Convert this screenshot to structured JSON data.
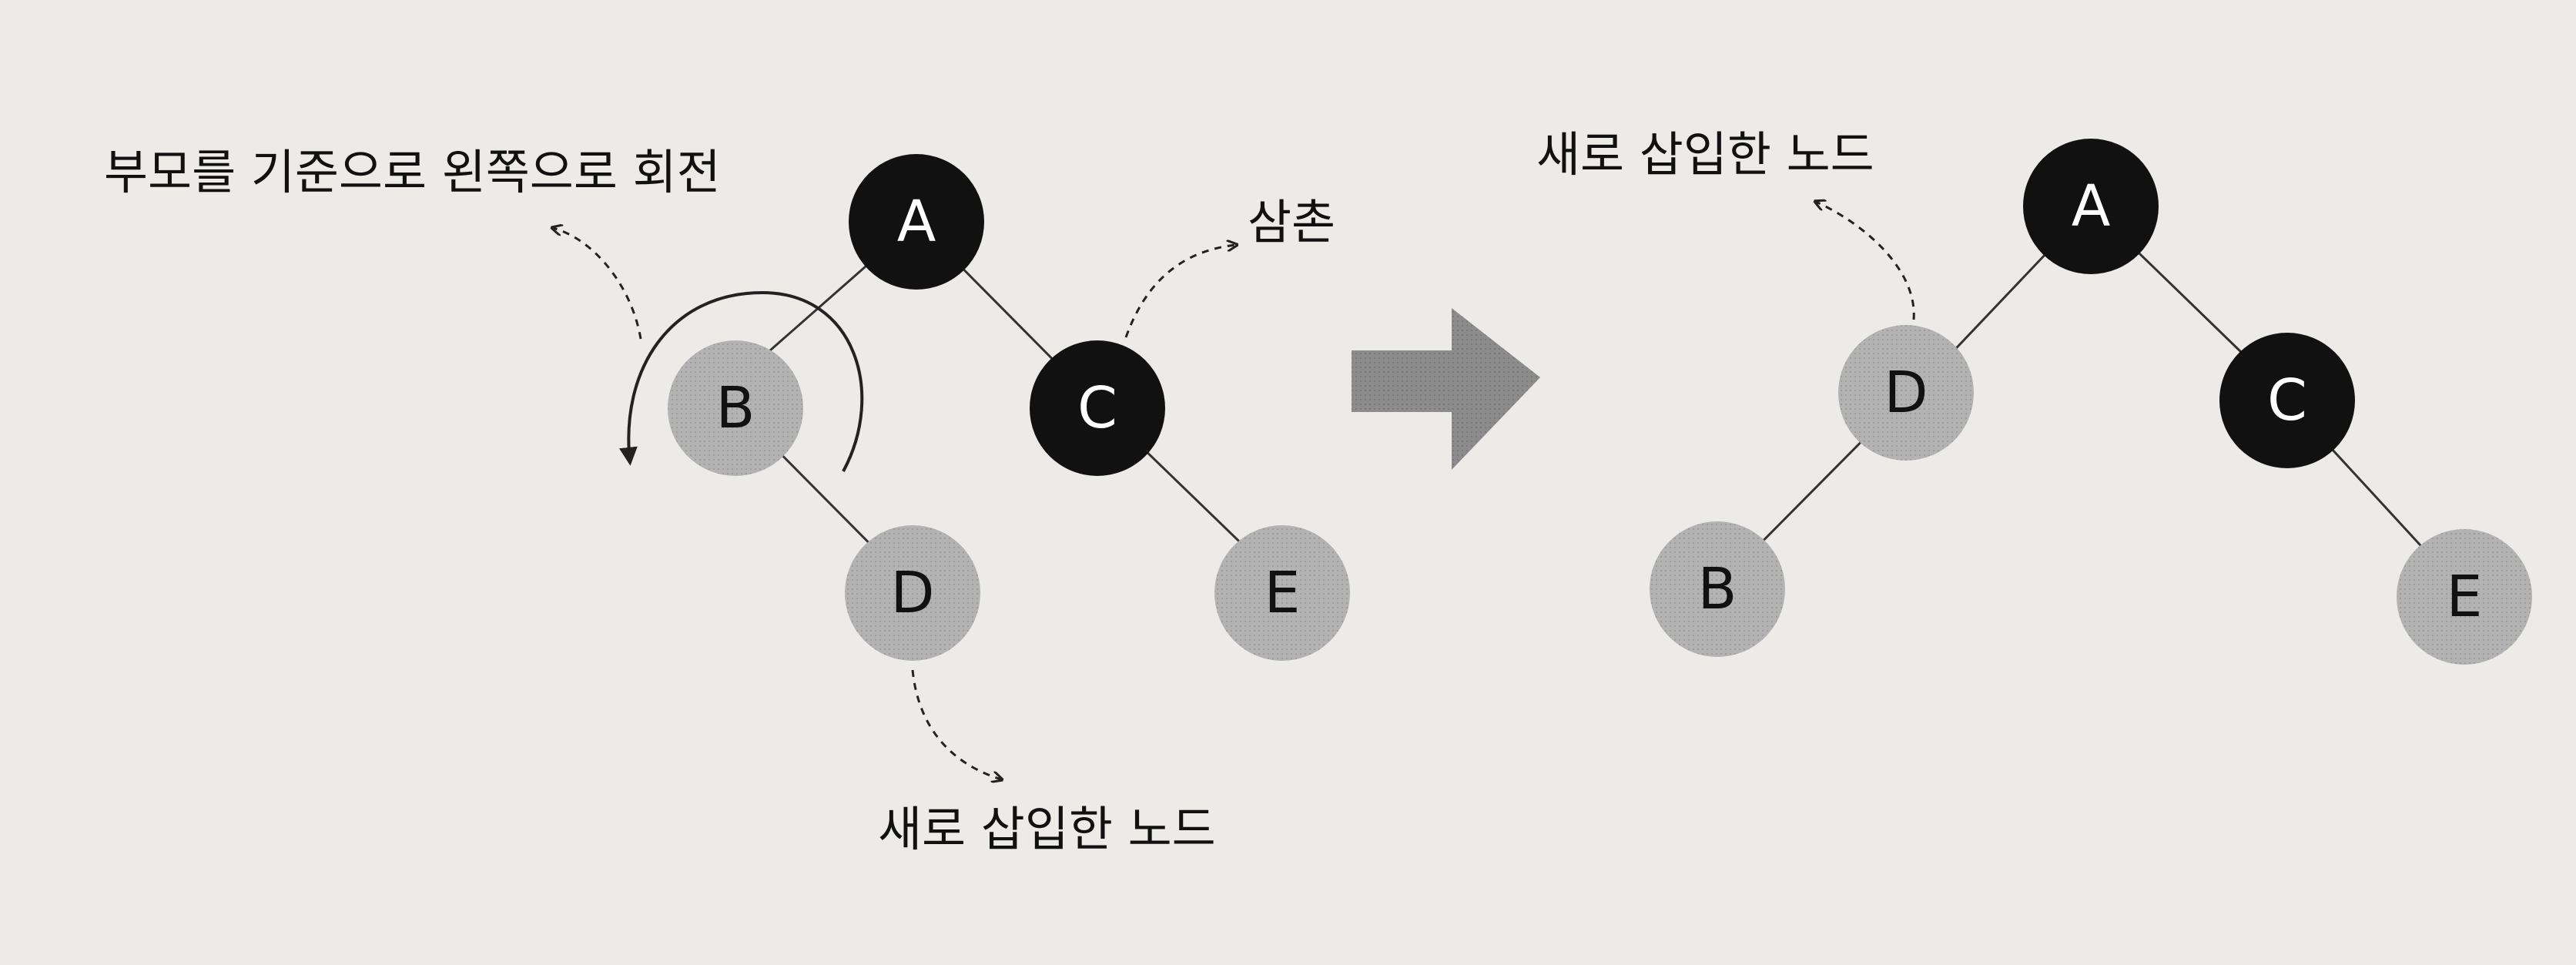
{
  "colors": {
    "red_node": "#111111",
    "black_node": "#b3b3b3",
    "letter_on_dark": "#ffffff",
    "letter_on_light": "#111111",
    "edge": "#333333",
    "arrow": "#8c8c8c",
    "background": "#ecebe8"
  },
  "before": {
    "nodes": {
      "a": {
        "label": "A",
        "style": "dark"
      },
      "b": {
        "label": "B",
        "style": "light"
      },
      "c": {
        "label": "C",
        "style": "dark"
      },
      "d": {
        "label": "D",
        "style": "light"
      },
      "e": {
        "label": "E",
        "style": "light"
      }
    },
    "rotation_note": "부모를 기준으로 왼쪽으로 회전",
    "uncle_note": "삼촌",
    "inserted_note": "새로 삽입한 노드"
  },
  "after": {
    "nodes": {
      "a": {
        "label": "A",
        "style": "dark"
      },
      "d": {
        "label": "D",
        "style": "light"
      },
      "c": {
        "label": "C",
        "style": "dark"
      },
      "b": {
        "label": "B",
        "style": "light"
      },
      "e": {
        "label": "E",
        "style": "light"
      }
    },
    "inserted_note": "새로 삽입한 노드"
  },
  "icons": {
    "rotate": "counterclockwise-rotation-arrow-icon",
    "transition": "right-arrow-icon",
    "pointer": "dashed-pointer-arrow-icon"
  }
}
